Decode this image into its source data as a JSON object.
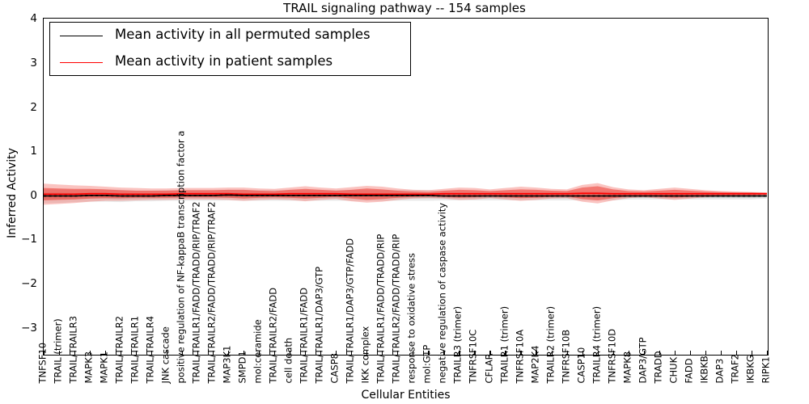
{
  "chart_data": {
    "type": "line",
    "title": "TRAIL signaling pathway -- 154 samples",
    "xlabel": "Cellular Entities",
    "ylabel": "Inferred Activity",
    "ylim": [
      -3.6,
      4.0
    ],
    "yticks": [
      4,
      3,
      2,
      1,
      0,
      -1,
      -2,
      -3
    ],
    "ytick_labels": [
      "4",
      "3",
      "2",
      "1",
      "0",
      "−1",
      "−2",
      "−3"
    ],
    "grid": false,
    "legend_position": "upper left",
    "legend": [
      {
        "label": "Mean activity in all permuted samples",
        "color": "#000000"
      },
      {
        "label": "Mean activity in patient samples",
        "color": "#ff0000"
      }
    ],
    "categories": [
      "TNFSF10",
      "TRAIL (trimer)",
      "TRAIL/TRAILR3",
      "MAPK3",
      "MAPK1",
      "TRAIL/TRAILR2",
      "TRAIL/TRAILR1",
      "TRAIL/TRAILR4",
      "JNK cascade",
      "positive regulation of NF-kappaB transcription factor a",
      "TRAIL/TRAILR1/FADD/TRADD/RIP/TRAF2",
      "TRAIL/TRAILR2/FADD/TRADD/RIP/TRAF2",
      "MAP3K1",
      "SMPD1",
      "mol:ceramide",
      "TRAIL/TRAILR2/FADD",
      "cell death",
      "TRAIL/TRAILR1/FADD",
      "TRAIL/TRAILR1/DAP3/GTP",
      "CASP8",
      "TRAIL/TRAILR1/DAP3/GTP/FADD",
      "IKK complex",
      "TRAIL/TRAILR1/FADD/TRADD/RIP",
      "TRAIL/TRAILR2/FADD/TRADD/RIP",
      "response to oxidative stress",
      "mol:GTP",
      "negative regulation of caspase activity",
      "TRAILR3 (trimer)",
      "TNFRSF10C",
      "CFLAR",
      "TRAILR1 (trimer)",
      "TNFRSF10A",
      "MAP2K4",
      "TRAILR2 (trimer)",
      "TNFRSF10B",
      "CASP10",
      "TRAILR4 (trimer)",
      "TNFRSF10D",
      "MAPK8",
      "DAP3/GTP",
      "TRADD",
      "CHUK",
      "FADD",
      "IKBKB",
      "DAP3",
      "TRAF2",
      "IKBKG",
      "RIPK1"
    ],
    "series": [
      {
        "name": "Mean activity in all permuted samples",
        "color": "#000000",
        "style": "dashed",
        "values": [
          -0.02,
          -0.02,
          -0.02,
          -0.01,
          -0.01,
          -0.02,
          -0.02,
          -0.02,
          -0.01,
          -0.01,
          -0.01,
          -0.01,
          0.0,
          -0.01,
          -0.01,
          -0.01,
          -0.01,
          -0.01,
          -0.01,
          -0.01,
          -0.01,
          -0.01,
          -0.01,
          -0.01,
          -0.01,
          -0.01,
          -0.02,
          -0.02,
          -0.02,
          -0.02,
          -0.02,
          -0.02,
          -0.02,
          -0.02,
          -0.02,
          -0.02,
          -0.02,
          -0.02,
          -0.02,
          -0.02,
          -0.02,
          -0.02,
          -0.02,
          -0.02,
          -0.02,
          -0.02,
          -0.02,
          -0.02
        ],
        "band1": [
          0.08,
          0.08,
          0.07,
          0.07,
          0.07,
          0.07,
          0.06,
          0.06,
          0.06,
          0.06,
          0.06,
          0.06,
          0.06,
          0.06,
          0.06,
          0.06,
          0.06,
          0.06,
          0.06,
          0.06,
          0.06,
          0.06,
          0.06,
          0.06,
          0.06,
          0.06,
          0.05,
          0.05,
          0.05,
          0.05,
          0.05,
          0.05,
          0.05,
          0.05,
          0.05,
          0.05,
          0.05,
          0.05,
          0.04,
          0.04,
          0.04,
          0.04,
          0.04,
          0.04,
          0.04,
          0.04,
          0.04,
          0.03
        ]
      },
      {
        "name": "Mean activity in patient samples",
        "color": "#ff0000",
        "style": "solid",
        "values": [
          0.02,
          0.02,
          0.02,
          0.03,
          0.03,
          0.02,
          0.02,
          0.02,
          0.02,
          0.03,
          0.03,
          0.03,
          0.03,
          0.02,
          0.02,
          0.02,
          0.03,
          0.03,
          0.03,
          0.03,
          0.02,
          0.02,
          0.02,
          0.02,
          0.02,
          0.02,
          0.03,
          0.03,
          0.03,
          0.03,
          0.03,
          0.03,
          0.03,
          0.03,
          0.03,
          0.04,
          0.04,
          0.03,
          0.03,
          0.03,
          0.03,
          0.03,
          0.03,
          0.03,
          0.03,
          0.03,
          0.03,
          0.03
        ],
        "band1": [
          0.14,
          0.13,
          0.12,
          0.11,
          0.1,
          0.09,
          0.08,
          0.08,
          0.08,
          0.08,
          0.08,
          0.08,
          0.09,
          0.1,
          0.08,
          0.07,
          0.09,
          0.11,
          0.09,
          0.07,
          0.1,
          0.13,
          0.11,
          0.08,
          0.06,
          0.05,
          0.07,
          0.09,
          0.08,
          0.06,
          0.08,
          0.1,
          0.09,
          0.07,
          0.06,
          0.13,
          0.16,
          0.1,
          0.06,
          0.05,
          0.07,
          0.09,
          0.07,
          0.05,
          0.04,
          0.03,
          0.03,
          0.02
        ],
        "band2": [
          0.24,
          0.22,
          0.2,
          0.18,
          0.16,
          0.15,
          0.14,
          0.13,
          0.13,
          0.13,
          0.13,
          0.13,
          0.14,
          0.15,
          0.13,
          0.12,
          0.14,
          0.17,
          0.14,
          0.12,
          0.16,
          0.19,
          0.17,
          0.13,
          0.1,
          0.09,
          0.11,
          0.14,
          0.13,
          0.1,
          0.13,
          0.16,
          0.14,
          0.11,
          0.1,
          0.19,
          0.23,
          0.15,
          0.1,
          0.08,
          0.11,
          0.14,
          0.11,
          0.08,
          0.06,
          0.05,
          0.04,
          0.03
        ]
      }
    ]
  }
}
